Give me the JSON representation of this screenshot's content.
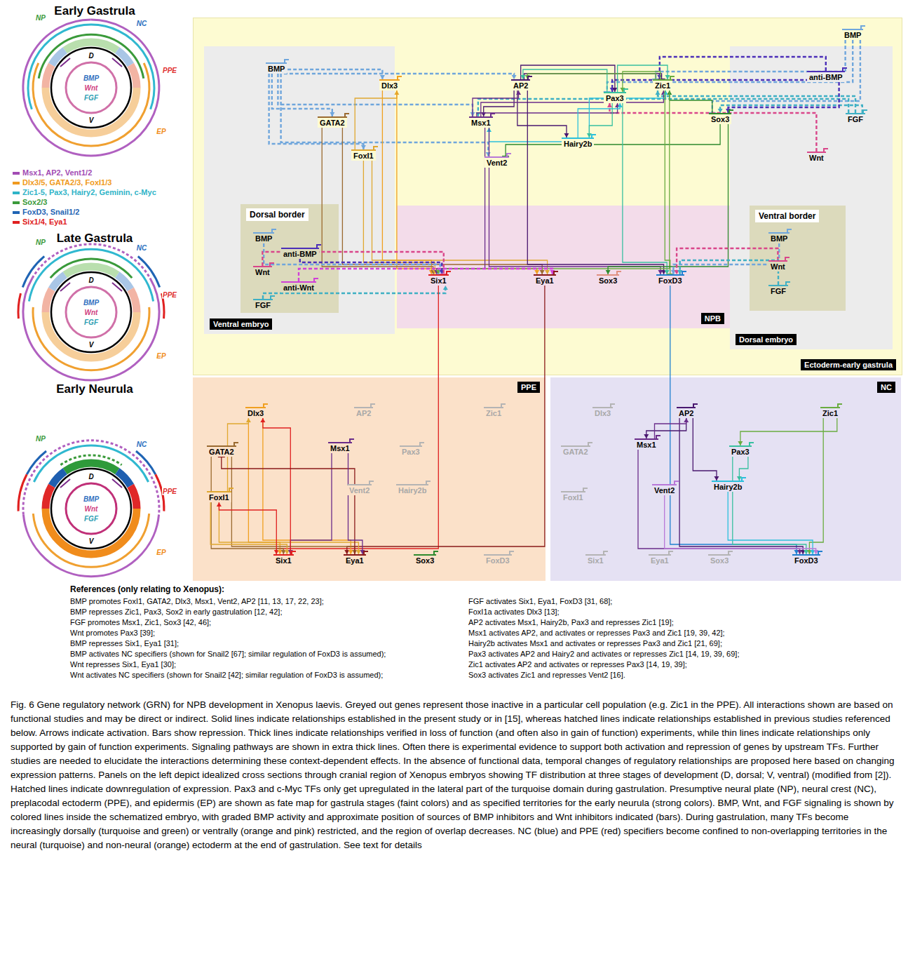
{
  "diagram": {
    "caption": "Fig. 6 Gene regulatory network (GRN) for NPB development in Xenopus laevis. Greyed out genes represent those inactive in a particular cell population (e.g. Zic1 in the PPE). All interactions shown are based on functional studies and may be direct or indirect. Solid lines indicate relationships established in the present study or in [15], whereas hatched lines indicate relationships established in previous studies referenced below. Arrows indicate activation. Bars show repression. Thick lines indicate relationships verified in loss of function (and often also in gain of function) experiments, while thin lines indicate relationships only supported by gain of function experiments. Signaling pathways are shown in extra thick lines. Often there is experimental evidence to support both activation and repression of genes by upstream TFs. Further studies are needed to elucidate the interactions determining these context-dependent effects. In the absence of functional data, temporal changes of regulatory relationships are proposed here based on changing expression patterns. Panels on the left depict idealized cross sections through cranial region of Xenopus embryos showing TF distribution at three stages of development (D, dorsal; V, ventral) (modified from [2]). Hatched lines indicate downregulation of expression. Pax3 and c-Myc TFs only get upregulated in the lateral part of the turquoise domain during gastrulation. Presumptive neural plate (NP), neural crest (NC), preplacodal ectoderm (PPE), and epidermis (EP) are shown as fate map for gastrula stages (faint colors) and as specified territories for the early neurula (strong colors). BMP, Wnt, and FGF signaling is shown by colored lines inside the schematized embryo, with graded BMP activity and approximate position of sources of BMP inhibitors and Wnt inhibitors indicated (bars). During gastrulation, many TFs become increasingly dorsally (turquoise and green) or ventrally (orange and pink) restricted, and the region of overlap decreases. NC (blue) and PPE (red) specifiers become confined to non-overlapping territories in the neural (turquoise) and non-neural (orange) ectoderm at the end of gastrulation. See text for details",
    "nodes": [
      {
        "text": [
          "Early Gastrula"
        ]
      },
      {
        "text": [
          "Late Gastrula"
        ]
      },
      {
        "text": [
          "Early Neurula"
        ]
      },
      {
        "text": [
          "Ectoderm-early gastrula"
        ]
      },
      {
        "text": [
          "Ventral embryo"
        ],
        "in": 3
      },
      {
        "text": [
          "Dorsal border"
        ],
        "in": 4
      },
      {
        "text": [
          "Dorsal embryo"
        ],
        "in": 3
      },
      {
        "text": [
          "Ventral border"
        ],
        "in": 6
      },
      {
        "text": [
          "NPB"
        ],
        "in": 3
      },
      {
        "text": [
          "PPE"
        ]
      },
      {
        "text": [
          "NC"
        ]
      },
      {
        "text": [
          "BMP"
        ],
        "in": 4
      },
      {
        "text": [
          "FoxI1"
        ],
        "in": 3
      },
      {
        "text": [
          "GATA2"
        ],
        "in": 3
      },
      {
        "text": [
          "Dlx3"
        ],
        "in": 3
      },
      {
        "text": [
          "Msx1"
        ],
        "in": 3
      },
      {
        "text": [
          "Vent2"
        ],
        "in": 3
      },
      {
        "text": [
          "AP2"
        ],
        "in": 3
      },
      {
        "text": [
          "Hairy2b"
        ],
        "in": 3
      },
      {
        "text": [
          "Pax3"
        ],
        "in": 3
      },
      {
        "text": [
          "Zic1"
        ],
        "in": 3
      },
      {
        "text": [
          "Sox3"
        ],
        "in": 3
      },
      {
        "text": [
          "BMP"
        ],
        "in": 3
      },
      {
        "text": [
          "anti-BMP"
        ],
        "in": 6
      },
      {
        "text": [
          "FGF"
        ],
        "in": 6
      },
      {
        "text": [
          "Wnt"
        ],
        "in": 6
      },
      {
        "text": [
          "BMP"
        ],
        "in": 5
      },
      {
        "text": [
          "anti-BMP"
        ],
        "in": 5
      },
      {
        "text": [
          "Wnt"
        ],
        "in": 5
      },
      {
        "text": [
          "anti-Wnt"
        ],
        "in": 5
      },
      {
        "text": [
          "FGF"
        ],
        "in": 5
      },
      {
        "text": [
          "BMP"
        ],
        "in": 7
      },
      {
        "text": [
          "Wnt"
        ],
        "in": 7
      },
      {
        "text": [
          "FGF"
        ],
        "in": 7
      },
      {
        "text": [
          "Six1"
        ],
        "in": 8
      },
      {
        "text": [
          "Eya1"
        ],
        "in": 8
      },
      {
        "text": [
          "Sox3"
        ],
        "in": 8
      },
      {
        "text": [
          "FoxD3"
        ],
        "in": 8
      },
      {
        "text": [
          "Dlx3"
        ],
        "in": 9
      },
      {
        "text": [
          "GATA2"
        ],
        "in": 9
      },
      {
        "text": [
          "FoxI1"
        ],
        "in": 9
      },
      {
        "text": [
          "Msx1"
        ],
        "in": 9
      },
      {
        "text": [
          "AP2"
        ],
        "in": 9
      },
      {
        "text": [
          "Pax3"
        ],
        "in": 9
      },
      {
        "text": [
          "Zic1"
        ],
        "in": 9
      },
      {
        "text": [
          "Vent2"
        ],
        "in": 9
      },
      {
        "text": [
          "Hairy2b"
        ],
        "in": 9
      },
      {
        "text": [
          "Six1"
        ],
        "in": 9
      },
      {
        "text": [
          "Eya1"
        ],
        "in": 9
      },
      {
        "text": [
          "Sox3"
        ],
        "in": 9
      },
      {
        "text": [
          "FoxD3"
        ],
        "in": 9
      },
      {
        "text": [
          "Dlx3"
        ],
        "in": 10
      },
      {
        "text": [
          "GATA2"
        ],
        "in": 10
      },
      {
        "text": [
          "FoxI1"
        ],
        "in": 10
      },
      {
        "text": [
          "Msx1"
        ],
        "in": 10
      },
      {
        "text": [
          "AP2"
        ],
        "in": 10
      },
      {
        "text": [
          "Pax3"
        ],
        "in": 10
      },
      {
        "text": [
          "Zic1"
        ],
        "in": 10
      },
      {
        "text": [
          "Vent2"
        ],
        "in": 10
      },
      {
        "text": [
          "Hairy2b"
        ],
        "in": 10
      },
      {
        "text": [
          "Six1"
        ],
        "in": 10
      },
      {
        "text": [
          "Eya1"
        ],
        "in": 10
      },
      {
        "text": [
          "Sox3"
        ],
        "in": 10
      },
      {
        "text": [
          "FoxD3"
        ],
        "in": 10
      }
    ],
    "edges": [
      {
        "from": 11,
        "to": 12,
        "arrow": "to"
      },
      {
        "from": 11,
        "to": 13,
        "arrow": "to"
      },
      {
        "from": 11,
        "to": 14,
        "arrow": "to"
      },
      {
        "from": 11,
        "to": 15,
        "arrow": "to"
      },
      {
        "from": 11,
        "to": 16,
        "arrow": "to"
      },
      {
        "from": 11,
        "to": 17,
        "arrow": "to"
      },
      {
        "from": 22,
        "to": 20,
        "arrow": "to"
      },
      {
        "from": 22,
        "to": 19,
        "arrow": "to"
      },
      {
        "from": 22,
        "to": 21,
        "arrow": "to"
      },
      {
        "from": 24,
        "to": 15,
        "arrow": "to"
      },
      {
        "from": 24,
        "to": 20,
        "arrow": "to"
      },
      {
        "from": 24,
        "to": 21,
        "arrow": "to"
      },
      {
        "from": 25,
        "to": 19,
        "arrow": "to"
      },
      {
        "from": 23,
        "to": 19,
        "arrow": "to"
      },
      {
        "from": 23,
        "to": 20,
        "arrow": "to"
      },
      {
        "from": 23,
        "to": 21,
        "arrow": "to"
      },
      {
        "from": 12,
        "to": 14,
        "arrow": "to"
      },
      {
        "from": 17,
        "to": 15,
        "arrow": "to"
      },
      {
        "from": 17,
        "to": 18,
        "arrow": "to"
      },
      {
        "from": 17,
        "to": 19,
        "arrow": "to"
      },
      {
        "from": 17,
        "to": 20,
        "arrow": "to"
      },
      {
        "from": 15,
        "to": 17,
        "arrow": "to"
      },
      {
        "from": 15,
        "to": 19,
        "arrow": "to"
      },
      {
        "from": 15,
        "to": 20,
        "arrow": "to"
      },
      {
        "from": 18,
        "to": 15,
        "arrow": "to"
      },
      {
        "from": 18,
        "to": 19,
        "arrow": "to"
      },
      {
        "from": 18,
        "to": 20,
        "arrow": "to"
      },
      {
        "from": 19,
        "to": 17,
        "arrow": "to"
      },
      {
        "from": 19,
        "to": 18,
        "arrow": "to"
      },
      {
        "from": 19,
        "to": 20,
        "arrow": "to"
      },
      {
        "from": 20,
        "to": 17,
        "arrow": "to"
      },
      {
        "from": 20,
        "to": 19,
        "arrow": "to"
      },
      {
        "from": 21,
        "to": 20,
        "arrow": "to"
      },
      {
        "from": 21,
        "to": 16,
        "arrow": "to"
      },
      {
        "from": 14,
        "to": 34,
        "arrow": "to"
      },
      {
        "from": 14,
        "to": 35,
        "arrow": "to"
      },
      {
        "from": 13,
        "to": 34,
        "arrow": "to"
      },
      {
        "from": 13,
        "to": 35,
        "arrow": "to"
      },
      {
        "from": 12,
        "to": 34,
        "arrow": "to"
      },
      {
        "from": 12,
        "to": 35,
        "arrow": "to"
      },
      {
        "from": 15,
        "to": 34,
        "arrow": "to"
      },
      {
        "from": 15,
        "to": 37,
        "arrow": "to"
      },
      {
        "from": 17,
        "to": 37,
        "arrow": "to"
      },
      {
        "from": 19,
        "to": 37,
        "arrow": "to"
      },
      {
        "from": 20,
        "to": 37,
        "arrow": "to"
      },
      {
        "from": 20,
        "to": 34,
        "arrow": "to"
      },
      {
        "from": 21,
        "to": 36,
        "arrow": "to"
      },
      {
        "from": 26,
        "to": 34,
        "arrow": "to"
      },
      {
        "from": 27,
        "to": 34,
        "arrow": "to"
      },
      {
        "from": 28,
        "to": 34,
        "arrow": "to"
      },
      {
        "from": 29,
        "to": 35,
        "arrow": "to"
      },
      {
        "from": 30,
        "to": 34,
        "arrow": "to"
      },
      {
        "from": 31,
        "to": 37,
        "arrow": "to"
      },
      {
        "from": 32,
        "to": 37,
        "arrow": "to"
      },
      {
        "from": 33,
        "to": 37,
        "arrow": "to"
      },
      {
        "from": 34,
        "to": 47,
        "arrow": "to"
      },
      {
        "from": 35,
        "to": 48,
        "arrow": "to"
      },
      {
        "from": 37,
        "to": 63,
        "arrow": "to"
      },
      {
        "from": 38,
        "to": 47,
        "arrow": "to"
      },
      {
        "from": 38,
        "to": 48,
        "arrow": "to"
      },
      {
        "from": 39,
        "to": 47,
        "arrow": "to"
      },
      {
        "from": 39,
        "to": 48,
        "arrow": "to"
      },
      {
        "from": 40,
        "to": 47,
        "arrow": "to"
      },
      {
        "from": 40,
        "to": 48,
        "arrow": "to"
      },
      {
        "from": 41,
        "to": 47,
        "arrow": "to"
      },
      {
        "from": 40,
        "to": 38,
        "arrow": "to"
      },
      {
        "from": 47,
        "to": 40,
        "arrow": "to"
      },
      {
        "from": 47,
        "to": 38,
        "arrow": "to"
      },
      {
        "from": 48,
        "to": 39,
        "arrow": "to"
      },
      {
        "from": 41,
        "to": 48,
        "arrow": "to"
      },
      {
        "from": 54,
        "to": 63,
        "arrow": "to"
      },
      {
        "from": 55,
        "to": 63,
        "arrow": "to"
      },
      {
        "from": 56,
        "to": 63,
        "arrow": "to"
      },
      {
        "from": 57,
        "to": 63,
        "arrow": "to"
      },
      {
        "from": 59,
        "to": 63,
        "arrow": "to"
      },
      {
        "from": 58,
        "to": 63,
        "arrow": "to"
      },
      {
        "from": 55,
        "to": 54,
        "arrow": "to"
      },
      {
        "from": 55,
        "to": 59,
        "arrow": "to"
      },
      {
        "from": 56,
        "to": 59,
        "arrow": "to"
      },
      {
        "from": 57,
        "to": 56,
        "arrow": "to"
      },
      {
        "from": 54,
        "to": 55,
        "arrow": "to"
      }
    ],
    "labels": [
      "NP",
      "NC",
      "PPE",
      "EP",
      "D",
      "V",
      "BMP",
      "Wnt",
      "FGF",
      "NP",
      "NC",
      "PPE",
      "EP",
      "D",
      "V",
      "BMP",
      "Wnt",
      "FGF",
      "NP",
      "NC",
      "PPE",
      "EP",
      "D",
      "V",
      "BMP",
      "Wnt",
      "FGF",
      "References (only relating to Xenopus):",
      "BMP promotes FoxI1, GATA2, Dlx3, Msx1, Vent2, AP2 [11, 13, 17, 22, 23];",
      "BMP represses Zic1, Pax3, Sox2 in early gastrulation [12, 42];",
      "FGF promotes Msx1, Zic1, Sox3 [42, 46];",
      "Wnt promotes Pax3 [39];",
      "BMP represses Six1, Eya1 [31];",
      "BMP activates NC specifiers (shown for Snail2 [67]; similar regulation of FoxD3 is assumed);",
      "Wnt represses Six1, Eya1 [30];",
      "Wnt activates NC specifiers (shown for Snail2 [42]; similar regulation of FoxD3 is assumed);",
      "FGF activates Six1, Eya1, FoxD3 [31, 68];",
      "FoxI1a activates Dlx3 [13];",
      "AP2 activates Msx1, Hairy2b, Pax3 and represses Zic1 [19];",
      "Msx1 activates AP2, and activates or represses Pax3 and Zic1 [19, 39, 42];",
      "Hairy2b activates Msx1 and activates or represses Pax3 and Zic1 [21, 69];",
      "Pax3 activates AP2 and Hairy2 and activates or represses Zic1 [14, 19, 39, 69];",
      "Zic1 activates AP2 and activates or represses Pax3 [14, 19, 39];",
      "Sox3 activates Zic1 and represses Vent2 [16]."
    ],
    "legend": [
      {
        "text": "Msx1, AP2, Vent1/2",
        "color": "#a24cb4"
      },
      {
        "text": "Dlx3/5, GATA2/3, FoxI1/3",
        "color": "#f09a20"
      },
      {
        "text": "Zic1-5, Pax3, Hairy2, Geminin, c-Myc",
        "color": "#2fb4c8"
      },
      {
        "text": "Sox2/3",
        "color": "#3a9a3a"
      },
      {
        "text": "FoxD3, Snail1/2",
        "color": "#1f64b4"
      },
      {
        "text": "Six1/4, Eya1",
        "color": "#e02020"
      }
    ]
  }
}
